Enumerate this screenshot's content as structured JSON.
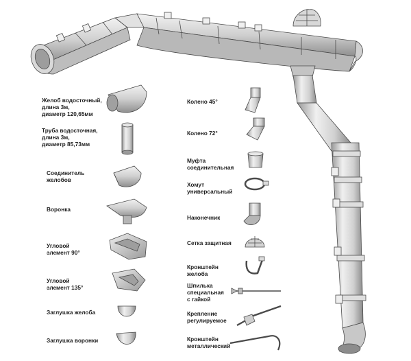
{
  "colors": {
    "metal_light": "#ececec",
    "metal_mid": "#c9c9c9",
    "metal_dark": "#8e8e8e",
    "outline": "#4a4a4a",
    "text": "#222222"
  },
  "left_column": [
    {
      "label": "Желоб водосточный,\nдлина 3м,\nдиаметр 120,65мм",
      "icon": "gutter-half-pipe-icon"
    },
    {
      "label": "Труба водосточная,\nдлина 3м,\nдиаметр 85,73мм",
      "icon": "downpipe-icon"
    },
    {
      "label": "Соединитель\nжелобов",
      "icon": "gutter-connector-icon"
    },
    {
      "label": "Воронка",
      "icon": "funnel-icon"
    },
    {
      "label": "Угловой\nэлемент 90°",
      "icon": "corner-90-icon"
    },
    {
      "label": "Угловой\nэлемент 135°",
      "icon": "corner-135-icon"
    },
    {
      "label": "Заглушка желоба",
      "icon": "gutter-cap-icon"
    },
    {
      "label": "Заглушка воронки",
      "icon": "funnel-cap-icon"
    }
  ],
  "right_column": [
    {
      "label": "Колено 45°",
      "icon": "elbow-45-icon"
    },
    {
      "label": "Колено 72°",
      "icon": "elbow-72-icon"
    },
    {
      "label": "Муфта\nсоединительная",
      "icon": "coupling-icon"
    },
    {
      "label": "Хомут\nуниверсальный",
      "icon": "pipe-clamp-icon"
    },
    {
      "label": "Наконечник",
      "icon": "outlet-tip-icon"
    },
    {
      "label": "Сетка защитная",
      "icon": "leaf-guard-icon"
    },
    {
      "label": "Кронштейн\nжелоба",
      "icon": "gutter-bracket-icon"
    },
    {
      "label": "Шпилька\nспециальная\nс гайкой",
      "icon": "threaded-stud-icon"
    },
    {
      "label": "Крепление\nрегулируемое",
      "icon": "adjustable-mount-icon"
    },
    {
      "label": "Кронштейн\nметаллический",
      "icon": "metal-hook-bracket-icon"
    }
  ]
}
